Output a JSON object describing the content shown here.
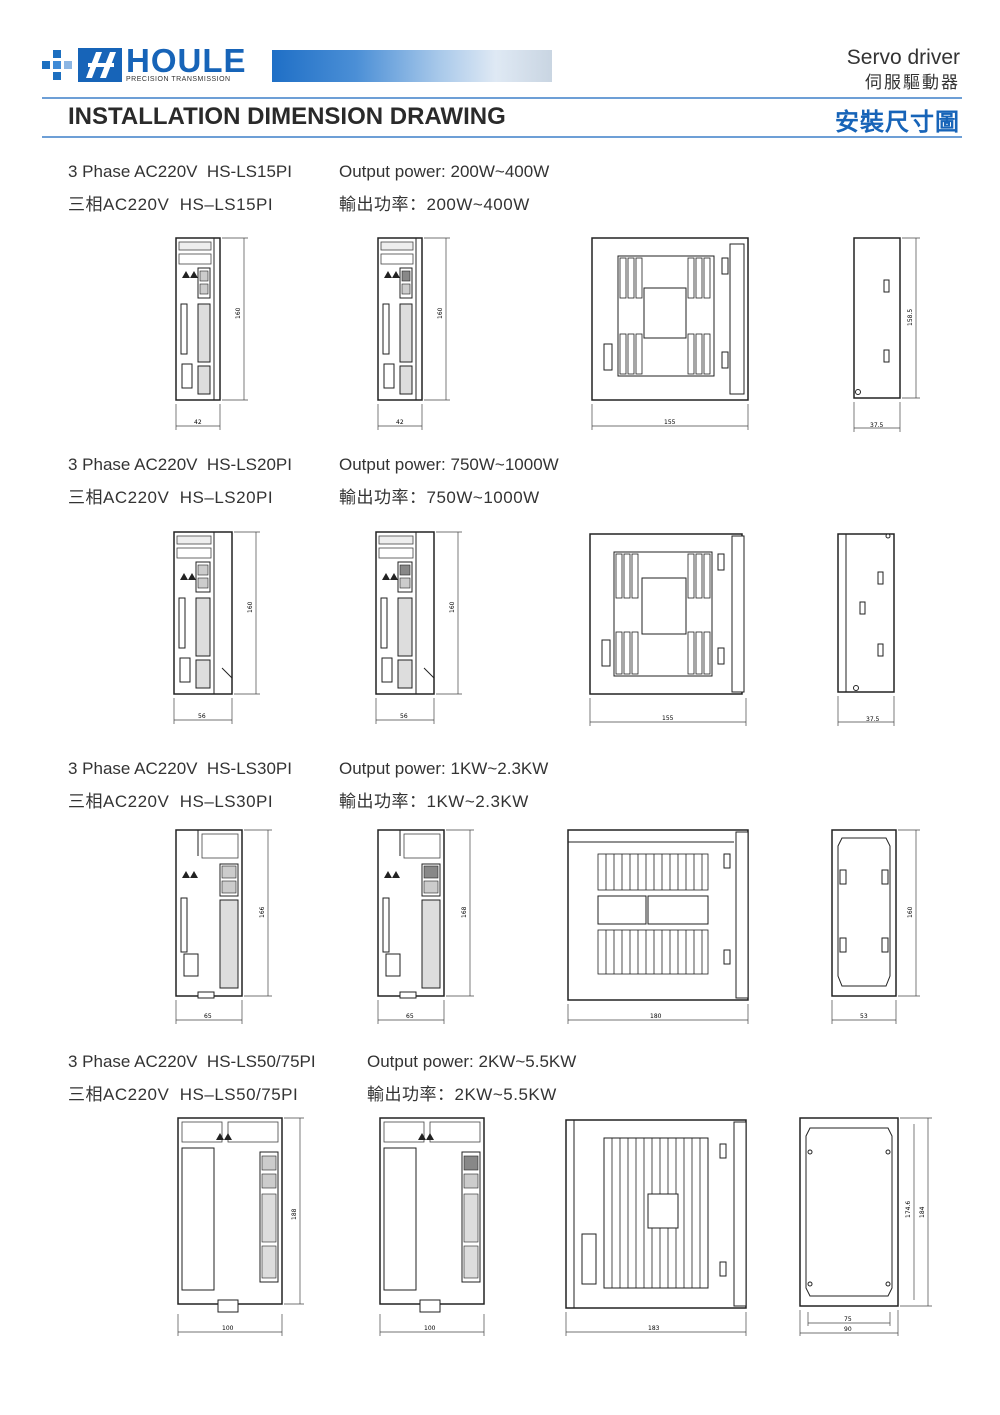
{
  "header": {
    "brand": "HOULE",
    "brand_sub": "PRECISION TRANSMISSION",
    "product_en": "Servo driver",
    "product_zh": "伺服驅動器",
    "title_en": "INSTALLATION DIMENSION DRAWING",
    "title_zh": "安裝尺寸圖"
  },
  "sections": [
    {
      "model_en": "3 Phase AC220V  HS-LS15PI",
      "power_en": "Output power: 200W~400W",
      "model_zh": "三相AC220V  HS–LS15PI",
      "power_zh": "輸出功率：200W~400W",
      "dims": {
        "front1_w": "42",
        "front1_h": "160",
        "front2_w": "42",
        "front2_h": "160",
        "side_w": "155",
        "back_w": "37.5",
        "back_h": "158.5"
      }
    },
    {
      "model_en": "3 Phase AC220V  HS-LS20PI",
      "power_en": "Output power: 750W~1000W",
      "model_zh": "三相AC220V  HS–LS20PI",
      "power_zh": "輸出功率：750W~1000W",
      "dims": {
        "front1_w": "56",
        "front1_h": "160",
        "front2_w": "56",
        "front2_h": "160",
        "side_w": "155",
        "back_w": "37.5",
        "back_h": ""
      }
    },
    {
      "model_en": "3 Phase AC220V  HS-LS30PI",
      "power_en": "Output power: 1KW~2.3KW",
      "model_zh": "三相AC220V  HS–LS30PI",
      "power_zh": "輸出功率：1KW~2.3KW",
      "dims": {
        "front1_w": "65",
        "front1_h": "166",
        "front2_w": "65",
        "front2_h": "168",
        "side_w": "180",
        "back_w": "53",
        "back_h": "160"
      }
    },
    {
      "model_en": "3 Phase AC220V  HS-LS50/75PI",
      "power_en": "Output power: 2KW~5.5KW",
      "model_zh": "三相AC220V  HS–LS50/75PI",
      "power_zh": "輸出功率：2KW~5.5KW",
      "dims": {
        "front1_w": "100",
        "front1_h": "188",
        "front2_w": "100",
        "front2_h": "",
        "side_w": "183",
        "back_w": "75",
        "back_w2": "90",
        "back_h": "174.6",
        "back_h2": "184"
      }
    }
  ]
}
